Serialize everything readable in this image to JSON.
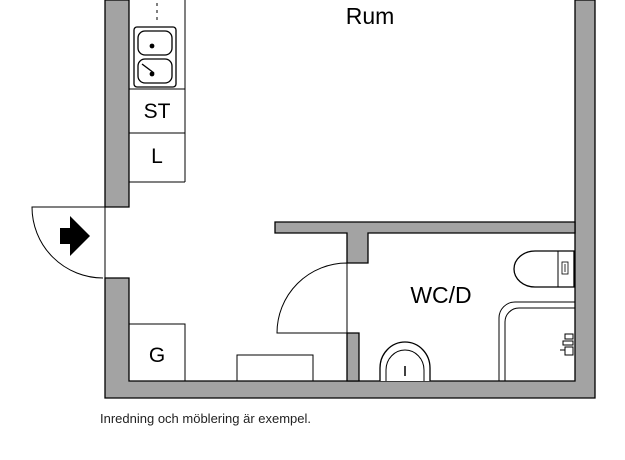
{
  "plan": {
    "rooms": {
      "main": "Rum",
      "bathroom": "WC/D"
    },
    "fixtures": {
      "stove": "ST",
      "wardrobe": "L",
      "wardrobe_hall": "G"
    }
  },
  "footnote": "Inredning och möblering är exempel."
}
